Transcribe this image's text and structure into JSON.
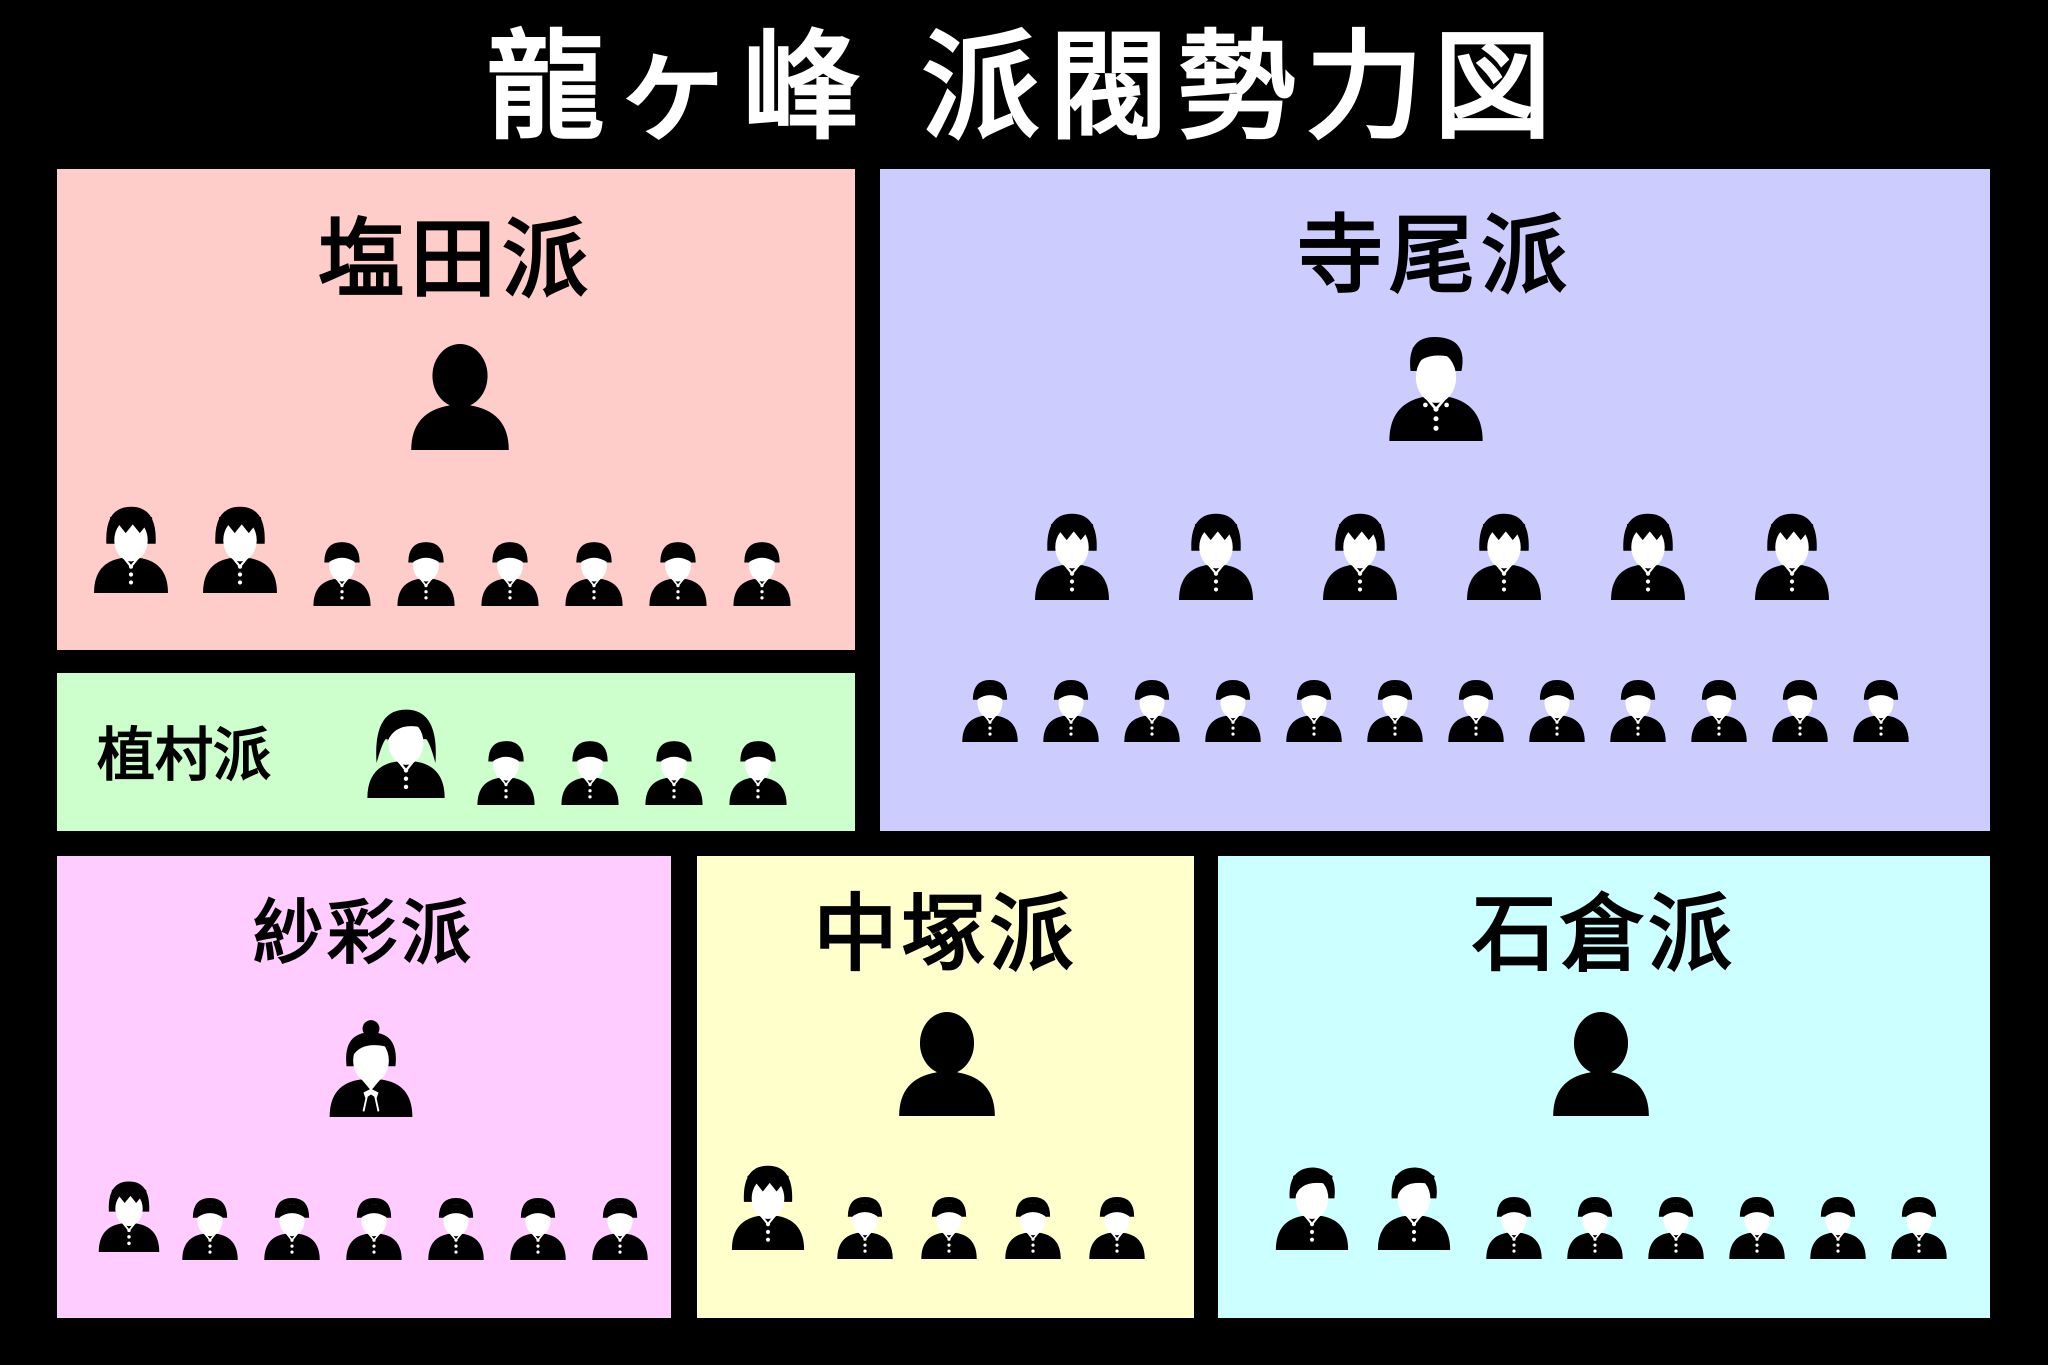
{
  "title": "龍ヶ峰 派閥勢力図",
  "colors": {
    "background": "#000000",
    "shiota": "#ffcdc9",
    "terao": "#ccccff",
    "uemura": "#ccffcc",
    "saaya": "#ffccff",
    "nakatsuka": "#ffffcc",
    "ishikura": "#ccffff"
  },
  "factions": [
    {
      "id": "shiota",
      "name": "塩田派",
      "leader": {
        "icon": "leader-silhouette-icon"
      },
      "members": [
        {
          "icon": "boy-student-icon",
          "count": 2
        },
        {
          "icon": "student-icon",
          "count": 6
        }
      ]
    },
    {
      "id": "terao",
      "name": "寺尾派",
      "leader": {
        "icon": "leader-boy-student-icon"
      },
      "members": [
        {
          "icon": "boy-student-icon",
          "count": 6
        },
        {
          "icon": "student-icon",
          "count": 12
        }
      ]
    },
    {
      "id": "uemura",
      "name": "植村派",
      "leader": {
        "icon": "leader-girl-student-icon"
      },
      "members": [
        {
          "icon": "student-icon",
          "count": 4
        }
      ]
    },
    {
      "id": "saaya",
      "name": "紗彩派",
      "leader": {
        "icon": "leader-girl-ribbon-icon"
      },
      "members": [
        {
          "icon": "boy-student-icon",
          "count": 1
        },
        {
          "icon": "student-icon",
          "count": 6
        }
      ]
    },
    {
      "id": "nakatsuka",
      "name": "中塚派",
      "leader": {
        "icon": "leader-silhouette-icon"
      },
      "members": [
        {
          "icon": "boy-student-icon",
          "count": 1
        },
        {
          "icon": "student-icon",
          "count": 4
        }
      ]
    },
    {
      "id": "ishikura",
      "name": "石倉派",
      "leader": {
        "icon": "leader-silhouette-icon"
      },
      "members": [
        {
          "icon": "boy-student-side-icon",
          "count": 2
        },
        {
          "icon": "student-icon",
          "count": 6
        }
      ]
    }
  ]
}
